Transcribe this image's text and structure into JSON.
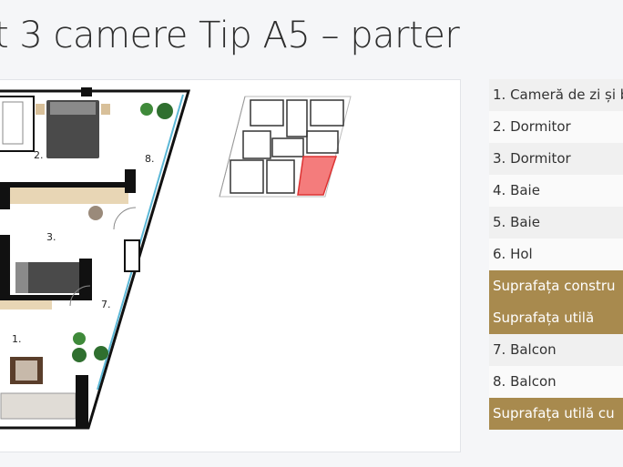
{
  "page": {
    "title": "t 3 camere Tip A5 – parter"
  },
  "plan": {
    "room_labels": [
      "1.",
      "2.",
      "3.",
      "7.",
      "8."
    ],
    "highlight_color": "#f47c7c",
    "accent_color": "#a88a4e"
  },
  "rooms": [
    {
      "label": "1. Cameră de zi și b",
      "style": "light"
    },
    {
      "label": "2. Dormitor",
      "style": "white"
    },
    {
      "label": "3. Dormitor",
      "style": "light"
    },
    {
      "label": "4. Baie",
      "style": "white"
    },
    {
      "label": "5. Baie",
      "style": "light"
    },
    {
      "label": "6. Hol",
      "style": "white"
    },
    {
      "label": "Suprafața constru",
      "style": "accent"
    },
    {
      "label": "Suprafața utilă",
      "style": "accent"
    },
    {
      "label": "7. Balcon",
      "style": "light"
    },
    {
      "label": "8. Balcon",
      "style": "white"
    },
    {
      "label": "Suprafața utilă cu",
      "style": "accent"
    }
  ]
}
